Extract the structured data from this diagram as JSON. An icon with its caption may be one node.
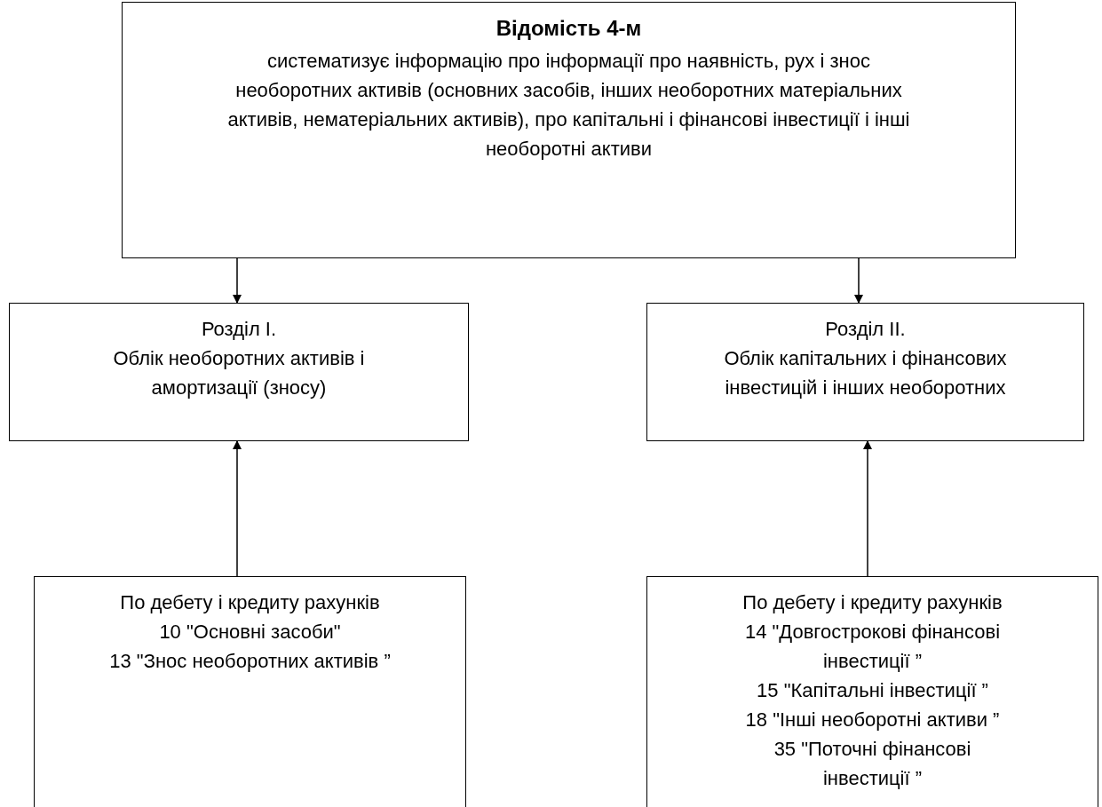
{
  "diagram": {
    "nodes": [
      {
        "text": [
          "Відомість 4-м",
          "систематизує інформацію про інформації про наявність, рух і знос необоротних активів (основних засобів, інших необоротних матеріальних активів, нематеріальних активів), про капітальні і фінансові інвестиції і інші необоротні активи"
        ]
      },
      {
        "text": [
          "Розділ І.",
          "Облік необоротних активів і амортизації (зносу)"
        ]
      },
      {
        "text": [
          "Розділ ІІ.",
          "Облік капітальних і фінансових інвестицій і інших необоротних"
        ]
      },
      {
        "text": [
          "По дебету і кредиту рахунків",
          "10 \"Основні засоби\"",
          "13 \"Знос необоротних активів ”"
        ]
      },
      {
        "text": [
          "По дебету і кредиту рахунків",
          "14 \"Довгострокові фінансові інвестиції ”",
          "15 \"Капітальні інвестиції ”",
          "18 \"Інші необоротні активи ”",
          "35 \"Поточні фінансові інвестиції ”"
        ]
      }
    ],
    "edges": [
      {
        "from": 0,
        "to": 1,
        "arrow": "to"
      },
      {
        "from": 0,
        "to": 2,
        "arrow": "to"
      },
      {
        "from": 3,
        "to": 1,
        "arrow": "to"
      },
      {
        "from": 4,
        "to": 2,
        "arrow": "to"
      }
    ]
  }
}
